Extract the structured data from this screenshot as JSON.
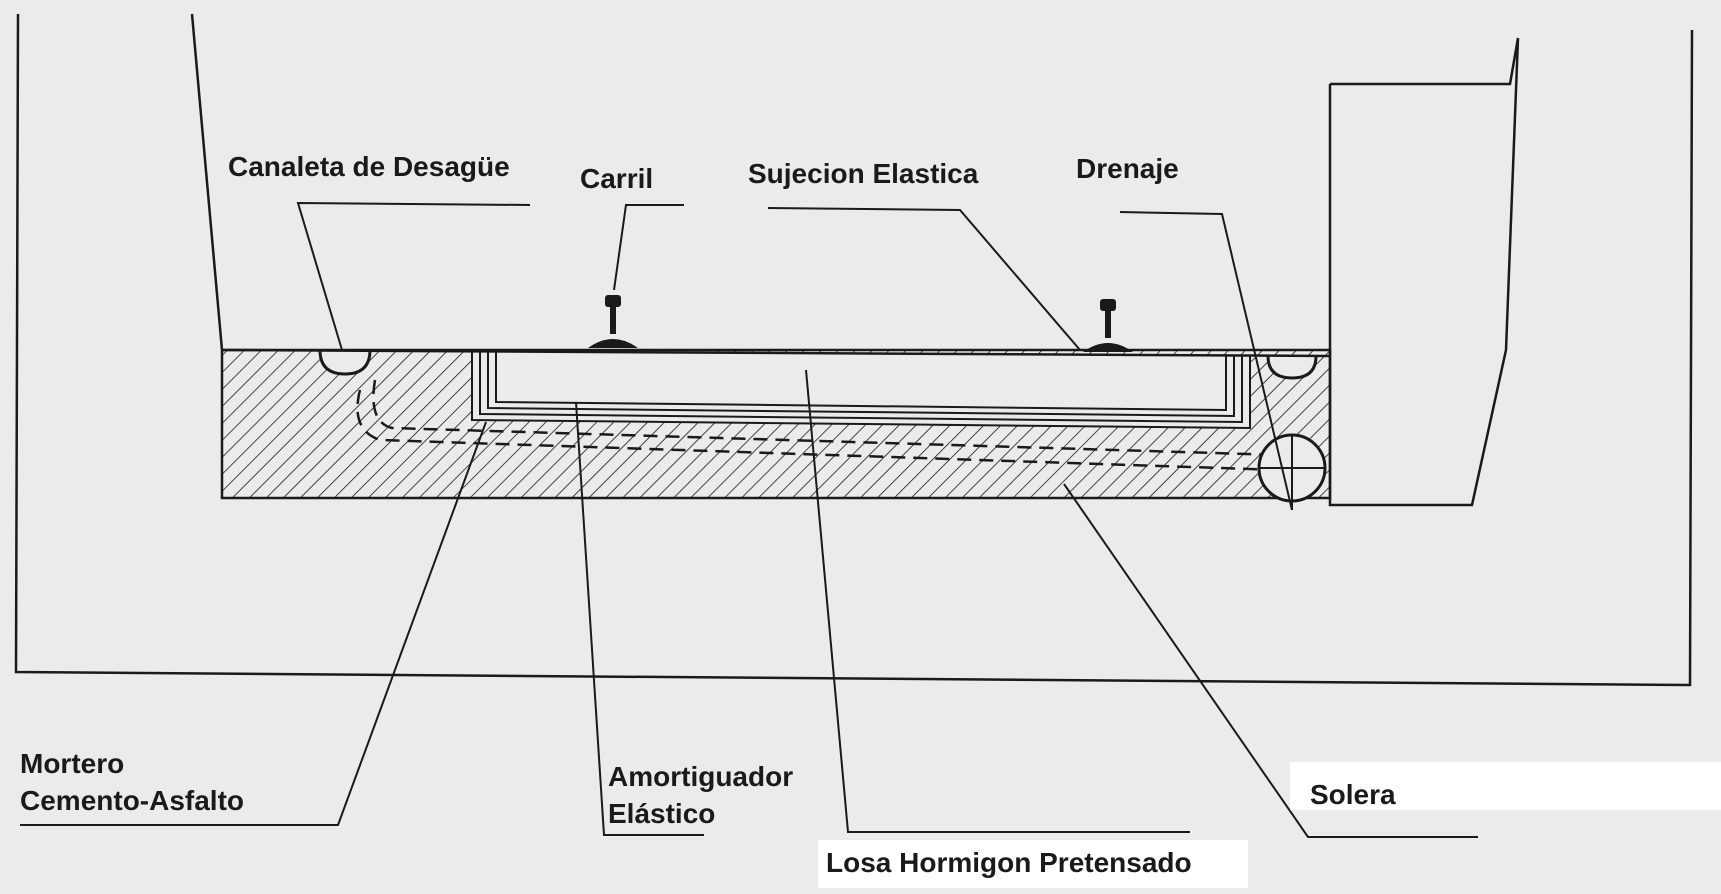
{
  "labels": {
    "canaleta": "Canaleta de Desagüe",
    "carril": "Carril",
    "sujecion": "Sujecion Elastica",
    "drenaje": "Drenaje",
    "mortero_line1": "Mortero",
    "mortero_line2": "Cemento-Asfalto",
    "amortiguador_line1": "Amortiguador",
    "amortiguador_line2": "Elástico",
    "losa": "Losa Hormigon Pretensado",
    "solera": "Solera"
  },
  "colors": {
    "background": "#ebebeb",
    "line": "#1a1a1a",
    "label_box": "#ffffff"
  }
}
